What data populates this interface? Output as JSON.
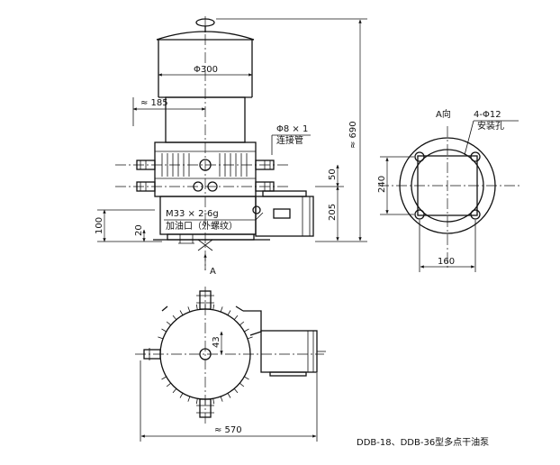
{
  "drawing": {
    "title": "DDB-18、DDB-36型多点干油泵",
    "front_view": {
      "diameter_label": "Φ300",
      "offset_label": "≈ 185",
      "height_label": "≈ 690",
      "port_spacing_label": "50",
      "motor_height_label": "205",
      "base_label": "100",
      "inlet_height_label": "20",
      "pipe_size_label": "Φ8 × 1",
      "pipe_name_label": "连接管",
      "thread_label": "M33 × 2-6g",
      "inlet_name_label": "加油口（外螺纹）",
      "section_arrow_label": "A"
    },
    "side_view": {
      "view_label": "A向",
      "holes_label": "4-Φ12",
      "holes_name_label": "安装孔",
      "vertical_label": "240",
      "horizontal_label": "160"
    },
    "top_view": {
      "offset_label": "43",
      "width_label": "≈ 570"
    }
  }
}
